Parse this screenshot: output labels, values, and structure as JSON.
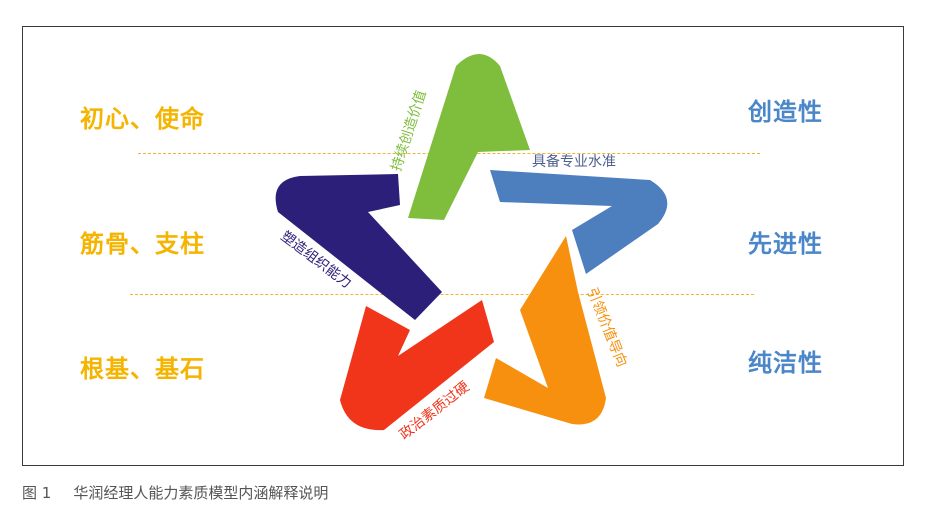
{
  "left_labels": [
    "初心、使命",
    "筋骨、支柱",
    "根基、基石"
  ],
  "right_labels": [
    "创造性",
    "先进性",
    "纯洁性"
  ],
  "arms": {
    "green": {
      "label": "持续创造价值",
      "color": "#7fbd3c"
    },
    "blue": {
      "label": "具备专业水准",
      "color": "#4d7fbf"
    },
    "orange": {
      "label": "引领价值导向",
      "color": "#f7900e"
    },
    "red": {
      "label": "政治素质过硬",
      "color": "#f0351b"
    },
    "purple": {
      "label": "塑造组织能力",
      "color": "#2c1f7a"
    }
  },
  "caption": {
    "figure": "图 1",
    "text": "华润经理人能力素质模型内涵解释说明"
  }
}
